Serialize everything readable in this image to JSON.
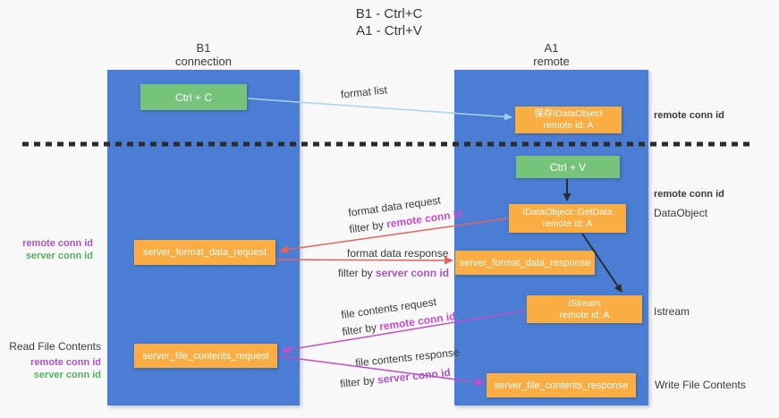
{
  "title": {
    "line1": "B1 - Ctrl+C",
    "line2": "A1 - Ctrl+V"
  },
  "lifelines": {
    "left": {
      "name": "B1",
      "role": "connection"
    },
    "right": {
      "name": "A1",
      "role": "remote"
    }
  },
  "boxes": {
    "ctrl_c": "Ctrl + C",
    "ctrl_v": "Ctrl + V",
    "save_idataobject": {
      "line1": "保存IDataObject",
      "line2": "remote id: A"
    },
    "getdata": {
      "line1": "IDataObject::GetData",
      "line2": "remote id: A"
    },
    "istream": {
      "line1": "IStream",
      "line2": "remote id: A"
    },
    "server_format_data_request": "server_format_data_request",
    "server_format_data_response": "server_format_data_response",
    "server_file_contents_request": "server_file_contents_request",
    "server_file_contents_response": "server_file_contents_response"
  },
  "arrow_labels": {
    "format_list": "format list",
    "format_data_request": "format data request",
    "format_data_response": "format data response",
    "file_contents_request": "file contents request",
    "file_contents_response": "file contents response",
    "filter_by": "filter by ",
    "remote_conn_id": "remote conn id",
    "server_conn_id": "server conn id"
  },
  "side_labels": {
    "right_remote_conn_id_top": "remote conn id",
    "right_remote_conn_id_mid": "remote conn id",
    "dataobject": "DataObject",
    "istream": "Istream",
    "write_file_contents": "Write File Contents",
    "left_remote_conn_id_top": "remote conn id",
    "left_server_conn_id_top": "server conn id",
    "read_file_contents": "Read File Contents",
    "left_remote_conn_id_bottom": "remote conn id",
    "left_server_conn_id_bottom": "server conn id"
  },
  "colors": {
    "background": "#f8f8f9",
    "column_blue": "#4a7dd3",
    "box_green": "#76c47b",
    "box_orange": "#f9ad42",
    "arrow_blue": "#a9d2ee",
    "arrow_red": "#e4635e",
    "arrow_magenta": "#c44fc4",
    "arrow_black": "#2b2b2b",
    "label_purple": "#a855c8",
    "label_magenta": "#cb4ccb",
    "label_green": "#52b25c"
  }
}
